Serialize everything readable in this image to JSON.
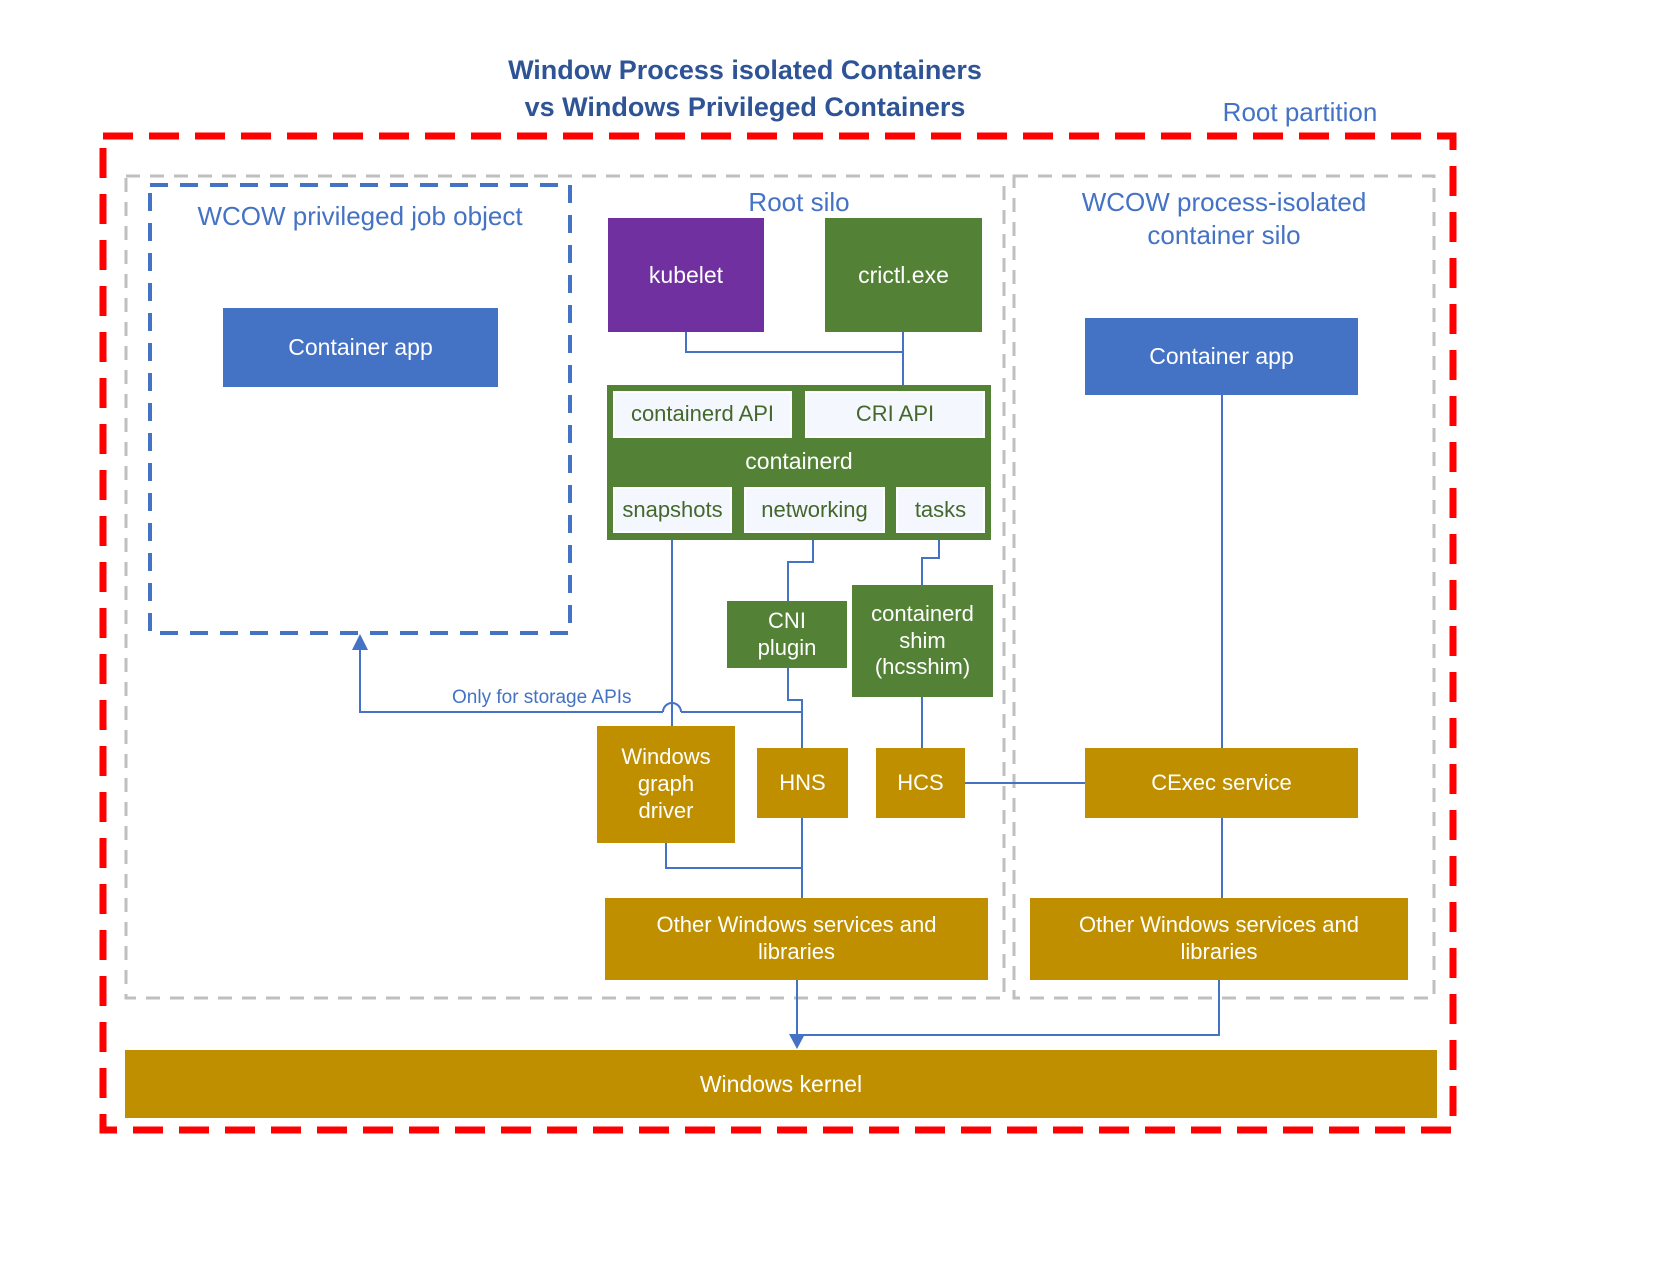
{
  "title": {
    "line1": "Window Process isolated Containers",
    "line2": "vs Windows Privileged Containers"
  },
  "root_partition_label": "Root partition",
  "left_silo": {
    "privileged_job_object": {
      "label": "WCOW privileged job object",
      "container_app": "Container app"
    },
    "root_silo_label": "Root silo",
    "kubelet": "kubelet",
    "crictl": "crictl.exe",
    "containerd": {
      "api": "containerd API",
      "cri_api": "CRI API",
      "label": "containerd",
      "snapshots": "snapshots",
      "networking": "networking",
      "tasks": "tasks"
    },
    "cni_plugin": "CNI plugin",
    "containerd_shim": "containerd shim (hcsshim)",
    "windows_graph_driver": "Windows graph driver",
    "hns": "HNS",
    "hcs": "HCS",
    "other_windows": "Other Windows services and libraries",
    "only_storage_note": "Only for storage APIs"
  },
  "right_silo": {
    "label": "WCOW process-isolated container silo",
    "container_app": "Container app",
    "cexec_service": "CExec service",
    "other_windows": "Other Windows services and libraries"
  },
  "windows_kernel": "Windows kernel",
  "colors": {
    "accent_blue": "#4472C4",
    "title_blue": "#2F5496",
    "green": "#538135",
    "purple": "#7030A0",
    "gold": "#BF8F00",
    "red_border": "#FF0000",
    "gray_border": "#BFBFBF"
  }
}
